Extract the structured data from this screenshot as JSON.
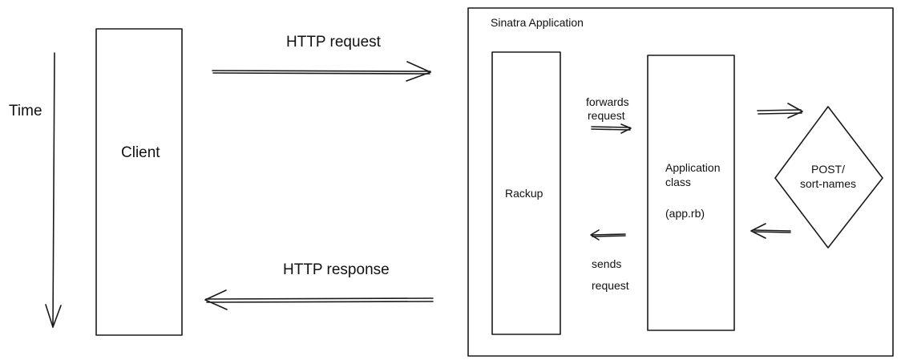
{
  "time_label": "Time",
  "client_label": "Client",
  "http_request_label": "HTTP request",
  "http_response_label": "HTTP response",
  "app_container_title": "Sinatra Application",
  "rackup_label": "Rackup",
  "forwards_request_label": [
    "forwards",
    "request"
  ],
  "sends_request_label": [
    "sends",
    "request"
  ],
  "application_class_label": [
    "Application",
    "class"
  ],
  "app_file_label": "(app.rb)",
  "route_label": [
    "POST/",
    "sort-names"
  ],
  "colors": {
    "ink": "#1a1a1a",
    "background": "#ffffff"
  }
}
